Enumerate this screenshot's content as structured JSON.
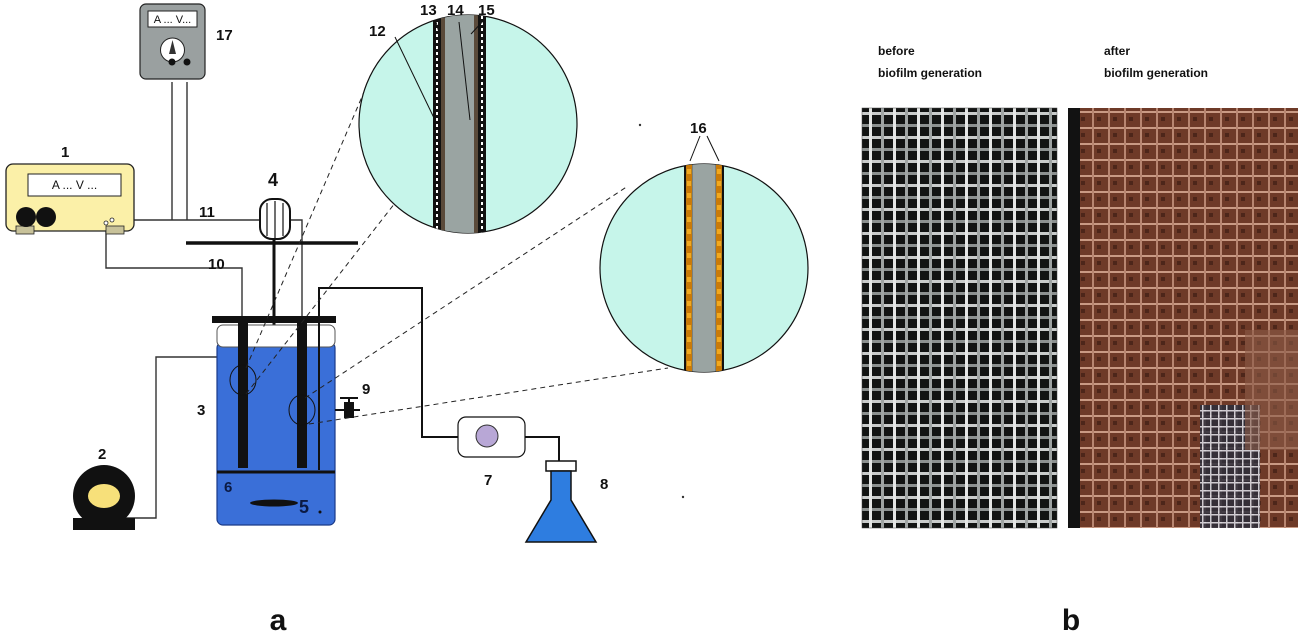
{
  "labels": {
    "n1": "1",
    "n2": "2",
    "n3": "3",
    "n4": "4",
    "n5": "5",
    "n6": "6",
    "n7": "7",
    "n8": "8",
    "n9": "9",
    "n10": "10",
    "n11": "11",
    "n12": "12",
    "n13": "13",
    "n14": "14",
    "n15": "15",
    "n16": "16",
    "n17": "17"
  },
  "power_supply_display": "A  ...  V  ...",
  "multimeter_display": "A ... V...",
  "panel_a_label": "a",
  "panel_b_label": "b",
  "photo_before": {
    "line1": "before",
    "line2": "biofilm generation"
  },
  "photo_after": {
    "line1": "after",
    "line2": "biofilm generation"
  },
  "colors": {
    "medium_blue": "#3a6fd8",
    "zoom_fill": "#c6f5ea",
    "power_supply": "#fbf0a8",
    "biofilm_orange": "#f2a81e",
    "electrode_gray": "#9aa4a2",
    "flask_blue": "#2e7de0"
  }
}
